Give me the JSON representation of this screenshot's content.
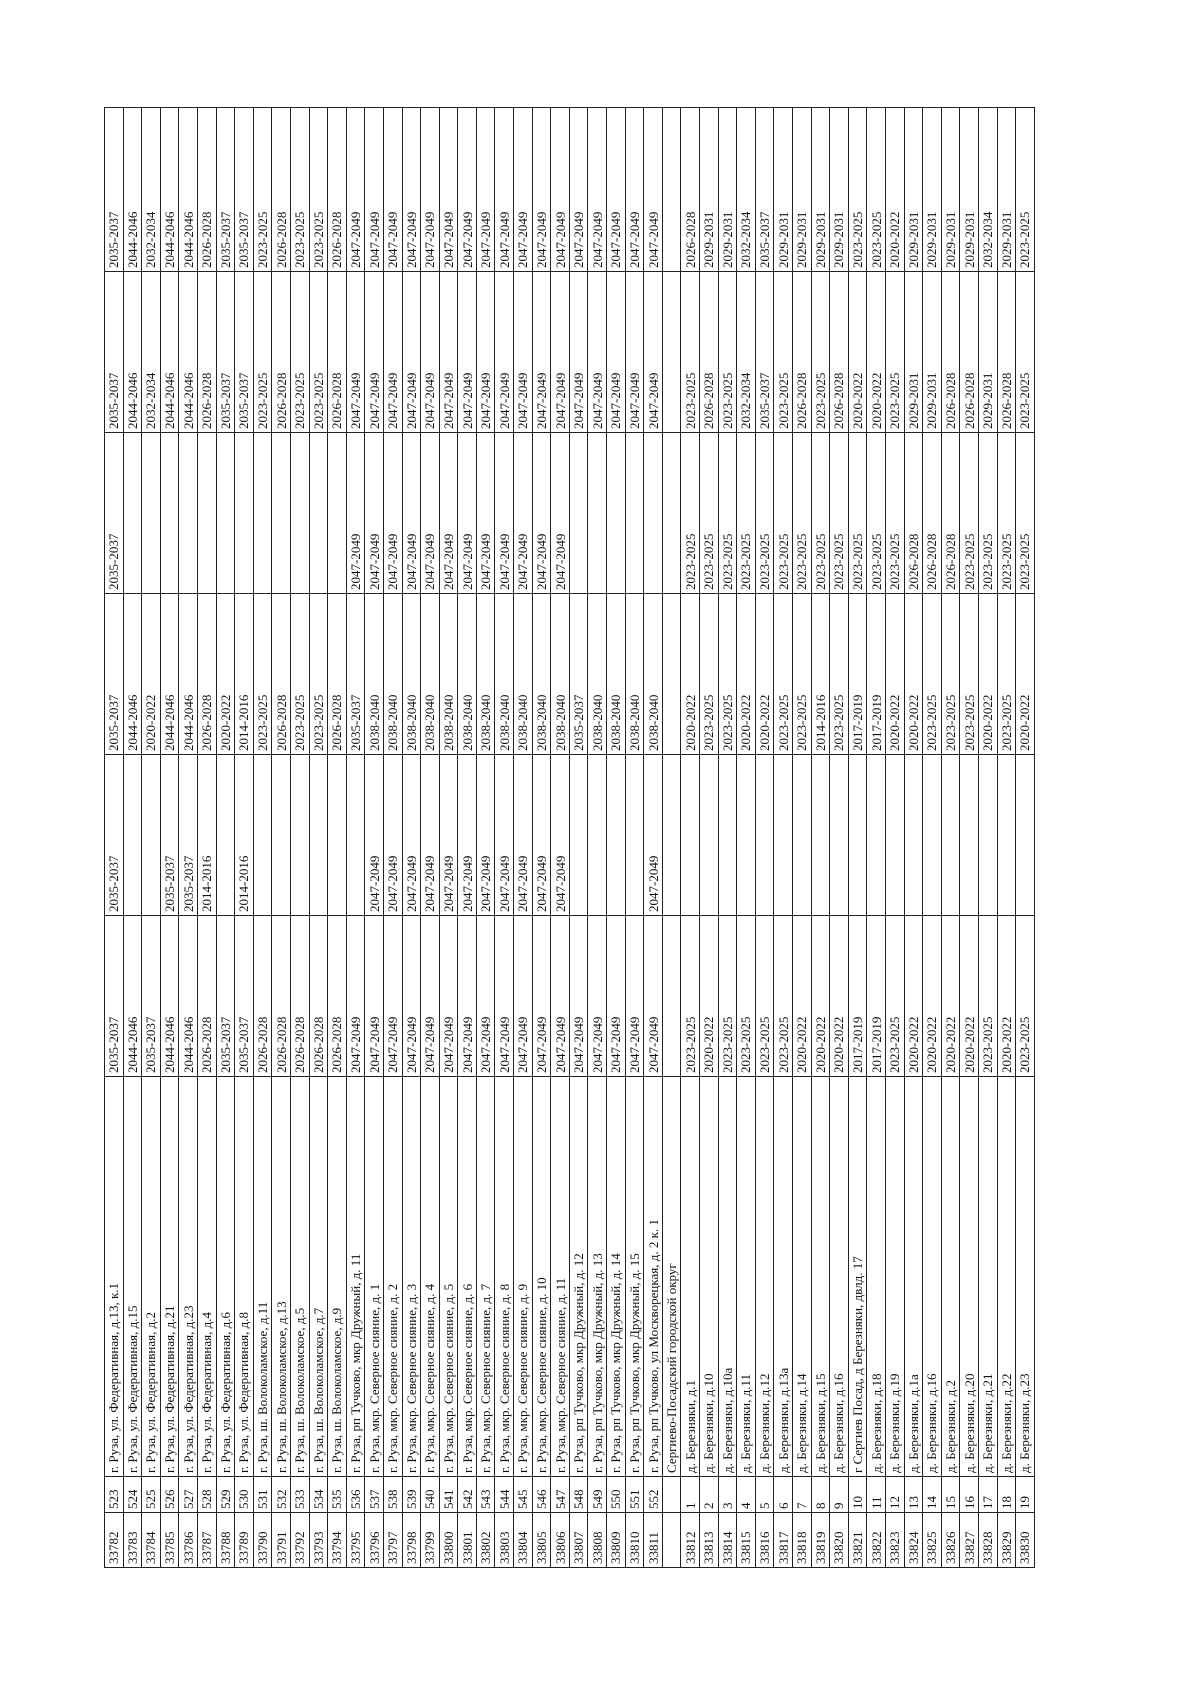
{
  "table": {
    "rows": [
      [
        "33782",
        "523",
        "г. Руза, ул. Федеративная, д.13, к.1",
        "2035-2037",
        "2035-2037",
        "2035-2037",
        "2035-2037",
        "2035-2037",
        "2035-2037"
      ],
      [
        "33783",
        "524",
        "г. Руза, ул. Федеративная, д.15",
        "2044-2046",
        "",
        "2044-2046",
        "",
        "2044-2046",
        "2044-2046"
      ],
      [
        "33784",
        "525",
        "г. Руза, ул. Федеративная, д.2",
        "2035-2037",
        "",
        "2020-2022",
        "",
        "2032-2034",
        "2032-2034"
      ],
      [
        "33785",
        "526",
        "г. Руза, ул. Федеративная, д.21",
        "2044-2046",
        "2035-2037",
        "2044-2046",
        "",
        "2044-2046",
        "2044-2046"
      ],
      [
        "33786",
        "527",
        "г. Руза, ул. Федеративная, д.23",
        "2044-2046",
        "2035-2037",
        "2044-2046",
        "",
        "2044-2046",
        "2044-2046"
      ],
      [
        "33787",
        "528",
        "г. Руза, ул. Федеративная, д.4",
        "2026-2028",
        "2014-2016",
        "2026-2028",
        "",
        "2026-2028",
        "2026-2028"
      ],
      [
        "33788",
        "529",
        "г. Руза, ул. Федеративная, д.6",
        "2035-2037",
        "",
        "2020-2022",
        "",
        "2035-2037",
        "2035-2037"
      ],
      [
        "33789",
        "530",
        "г. Руза, ул. Федеративная, д.8",
        "2035-2037",
        "2014-2016",
        "2014-2016",
        "",
        "2035-2037",
        "2035-2037"
      ],
      [
        "33790",
        "531",
        "г. Руза, ш. Волоколамское, д.11",
        "2026-2028",
        "",
        "2023-2025",
        "",
        "2023-2025",
        "2023-2025"
      ],
      [
        "33791",
        "532",
        "г. Руза, ш. Волоколамское, д.13",
        "2026-2028",
        "",
        "2026-2028",
        "",
        "2026-2028",
        "2026-2028"
      ],
      [
        "33792",
        "533",
        "г. Руза, ш. Волоколамское, д.5",
        "2026-2028",
        "",
        "2023-2025",
        "",
        "2023-2025",
        "2023-2025"
      ],
      [
        "33793",
        "534",
        "г. Руза, ш. Волоколамское, д.7",
        "2026-2028",
        "",
        "2023-2025",
        "",
        "2023-2025",
        "2023-2025"
      ],
      [
        "33794",
        "535",
        "г. Руза, ш. Волоколамское, д.9",
        "2026-2028",
        "",
        "2026-2028",
        "",
        "2026-2028",
        "2026-2028"
      ],
      [
        "33795",
        "536",
        "г. Руза, рп Тучково, мкр Дружный, д. 11",
        "2047-2049",
        "",
        "2035-2037",
        "2047-2049",
        "2047-2049",
        "2047-2049"
      ],
      [
        "33796",
        "537",
        "г. Руза, мкр. Северное сияние, д. 1",
        "2047-2049",
        "2047-2049",
        "2038-2040",
        "2047-2049",
        "2047-2049",
        "2047-2049"
      ],
      [
        "33797",
        "538",
        "г. Руза, мкр. Северное сияние, д. 2",
        "2047-2049",
        "2047-2049",
        "2038-2040",
        "2047-2049",
        "2047-2049",
        "2047-2049"
      ],
      [
        "33798",
        "539",
        "г. Руза, мкр. Северное сияние, д. 3",
        "2047-2049",
        "2047-2049",
        "2038-2040",
        "2047-2049",
        "2047-2049",
        "2047-2049"
      ],
      [
        "33799",
        "540",
        "г. Руза, мкр. Северное сияние, д. 4",
        "2047-2049",
        "2047-2049",
        "2038-2040",
        "2047-2049",
        "2047-2049",
        "2047-2049"
      ],
      [
        "33800",
        "541",
        "г. Руза, мкр. Северное сияние, д. 5",
        "2047-2049",
        "2047-2049",
        "2038-2040",
        "2047-2049",
        "2047-2049",
        "2047-2049"
      ],
      [
        "33801",
        "542",
        "г. Руза, мкр. Северное сияние, д. 6",
        "2047-2049",
        "2047-2049",
        "2038-2040",
        "2047-2049",
        "2047-2049",
        "2047-2049"
      ],
      [
        "33802",
        "543",
        "г. Руза, мкр. Северное сияние, д. 7",
        "2047-2049",
        "2047-2049",
        "2038-2040",
        "2047-2049",
        "2047-2049",
        "2047-2049"
      ],
      [
        "33803",
        "544",
        "г. Руза, мкр. Северное сияние, д. 8",
        "2047-2049",
        "2047-2049",
        "2038-2040",
        "2047-2049",
        "2047-2049",
        "2047-2049"
      ],
      [
        "33804",
        "545",
        "г. Руза, мкр. Северное сияние, д. 9",
        "2047-2049",
        "2047-2049",
        "2038-2040",
        "2047-2049",
        "2047-2049",
        "2047-2049"
      ],
      [
        "33805",
        "546",
        "г. Руза, мкр. Северное сияние, д. 10",
        "2047-2049",
        "2047-2049",
        "2038-2040",
        "2047-2049",
        "2047-2049",
        "2047-2049"
      ],
      [
        "33806",
        "547",
        "г. Руза, мкр. Северное сияние, д. 11",
        "2047-2049",
        "2047-2049",
        "2038-2040",
        "2047-2049",
        "2047-2049",
        "2047-2049"
      ],
      [
        "33807",
        "548",
        "г. Руза, рп Тучково, мкр Дружный, д. 12",
        "2047-2049",
        "",
        "2035-2037",
        "",
        "2047-2049",
        "2047-2049"
      ],
      [
        "33808",
        "549",
        "г. Руза, рп Тучково, мкр Дружный, д. 13",
        "2047-2049",
        "",
        "2038-2040",
        "",
        "2047-2049",
        "2047-2049"
      ],
      [
        "33809",
        "550",
        "г. Руза, рп Тучково, мкр Дружный, д. 14",
        "2047-2049",
        "",
        "2038-2040",
        "",
        "2047-2049",
        "2047-2049"
      ],
      [
        "33810",
        "551",
        "г. Руза, рп Тучково, мкр Дружный, д. 15",
        "2047-2049",
        "",
        "2038-2040",
        "",
        "2047-2049",
        "2047-2049"
      ],
      [
        "33811",
        "552",
        "г. Руза, рп Тучково, ул Москворецкая, д. 2 к. 1",
        "2047-2049",
        "2047-2049",
        "2038-2040",
        "",
        "2047-2049",
        "2047-2049"
      ],
      [
        "",
        "",
        "Сергиево-Посадский городской округ",
        "",
        "",
        "",
        "",
        "",
        ""
      ],
      [
        "33812",
        "1",
        "д. Березняки, д.1",
        "2023-2025",
        "",
        "2020-2022",
        "2023-2025",
        "2023-2025",
        "2026-2028"
      ],
      [
        "33813",
        "2",
        "д. Березняки, д.10",
        "2020-2022",
        "",
        "2023-2025",
        "2023-2025",
        "2026-2028",
        "2029-2031"
      ],
      [
        "33814",
        "3",
        "д. Березняки, д.10а",
        "2023-2025",
        "",
        "2023-2025",
        "2023-2025",
        "2023-2025",
        "2029-2031"
      ],
      [
        "33815",
        "4",
        "д. Березняки, д.11",
        "2023-2025",
        "",
        "2020-2022",
        "2023-2025",
        "2032-2034",
        "2032-2034"
      ],
      [
        "33816",
        "5",
        "д. Березняки, д.12",
        "2023-2025",
        "",
        "2020-2022",
        "2023-2025",
        "2035-2037",
        "2035-2037"
      ],
      [
        "33817",
        "6",
        "д. Березняки, д.13а",
        "2023-2025",
        "",
        "2023-2025",
        "2023-2025",
        "2023-2025",
        "2029-2031"
      ],
      [
        "33818",
        "7",
        "д. Березняки, д.14",
        "2020-2022",
        "",
        "2023-2025",
        "2023-2025",
        "2026-2028",
        "2029-2031"
      ],
      [
        "33819",
        "8",
        "д. Березняки, д.15",
        "2020-2022",
        "",
        "2014-2016",
        "2023-2025",
        "2023-2025",
        "2029-2031"
      ],
      [
        "33820",
        "9",
        "д. Березняки, д.16",
        "2020-2022",
        "",
        "2023-2025",
        "2023-2025",
        "2026-2028",
        "2029-2031"
      ],
      [
        "33821",
        "10",
        "г Сергиев Посад, д Березняки, двлд. 17",
        "2017-2019",
        "",
        "2017-2019",
        "2023-2025",
        "2020-2022",
        "2023-2025"
      ],
      [
        "33822",
        "11",
        "д. Березняки, д.18",
        "2017-2019",
        "",
        "2017-2019",
        "2023-2025",
        "2020-2022",
        "2023-2025"
      ],
      [
        "33823",
        "12",
        "д. Березняки, д.19",
        "2023-2025",
        "",
        "2020-2022",
        "2023-2025",
        "2023-2025",
        "2020-2022"
      ],
      [
        "33824",
        "13",
        "д. Березняки, д.1а",
        "2020-2022",
        "",
        "2020-2022",
        "2026-2028",
        "2029-2031",
        "2029-2031"
      ],
      [
        "33825",
        "14",
        "д. Березняки, д.16",
        "2020-2022",
        "",
        "2023-2025",
        "2026-2028",
        "2029-2031",
        "2029-2031"
      ],
      [
        "33826",
        "15",
        "д. Березняки, д.2",
        "2020-2022",
        "",
        "2023-2025",
        "2026-2028",
        "2026-2028",
        "2029-2031"
      ],
      [
        "33827",
        "16",
        "д. Березняки, д.20",
        "2020-2022",
        "",
        "2023-2025",
        "2023-2025",
        "2026-2028",
        "2029-2031"
      ],
      [
        "33828",
        "17",
        "д. Березняки, д.21",
        "2023-2025",
        "",
        "2020-2022",
        "2023-2025",
        "2029-2031",
        "2032-2034"
      ],
      [
        "33829",
        "18",
        "д. Березняки, д.22",
        "2020-2022",
        "",
        "2023-2025",
        "2023-2025",
        "2026-2028",
        "2029-2031"
      ],
      [
        "33830",
        "19",
        "д. Березняки, д.23",
        "2023-2025",
        "",
        "2020-2022",
        "2023-2025",
        "2023-2025",
        "2023-2025"
      ]
    ]
  }
}
